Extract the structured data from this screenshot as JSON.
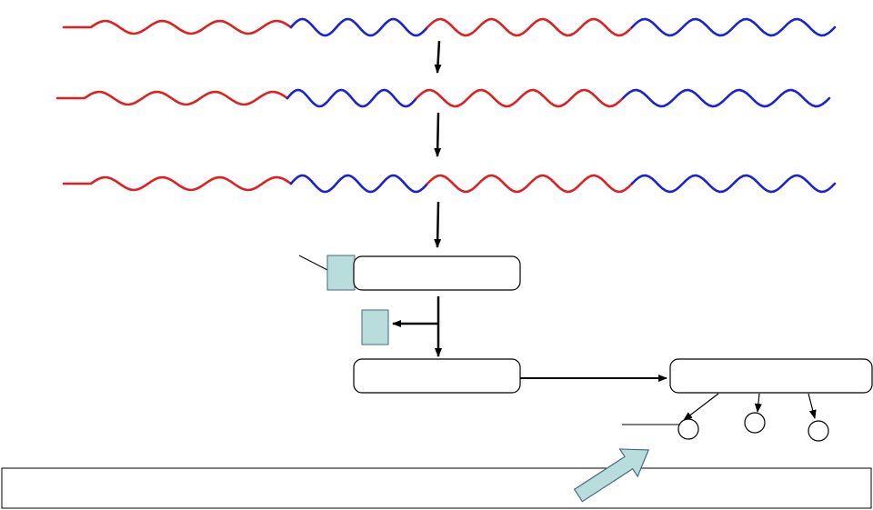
{
  "colors": {
    "strand_red": "#e02020",
    "strand_blue": "#1a22d8",
    "box_fill": "#b9dcdc",
    "box_stroke": "#4a6a7a",
    "arrow_fill": "#b9dcdc",
    "line": "#000000"
  },
  "strands": [
    {
      "segments": [
        "red",
        "blue",
        "red",
        "blue"
      ]
    },
    {
      "segments": [
        "red",
        "blue",
        "red",
        "blue"
      ]
    },
    {
      "segments": [
        "red",
        "blue",
        "red",
        "blue"
      ]
    }
  ],
  "boxes": {
    "upper_label": "",
    "lower_label": "",
    "right_label": ""
  },
  "caption": {
    "text": ""
  }
}
